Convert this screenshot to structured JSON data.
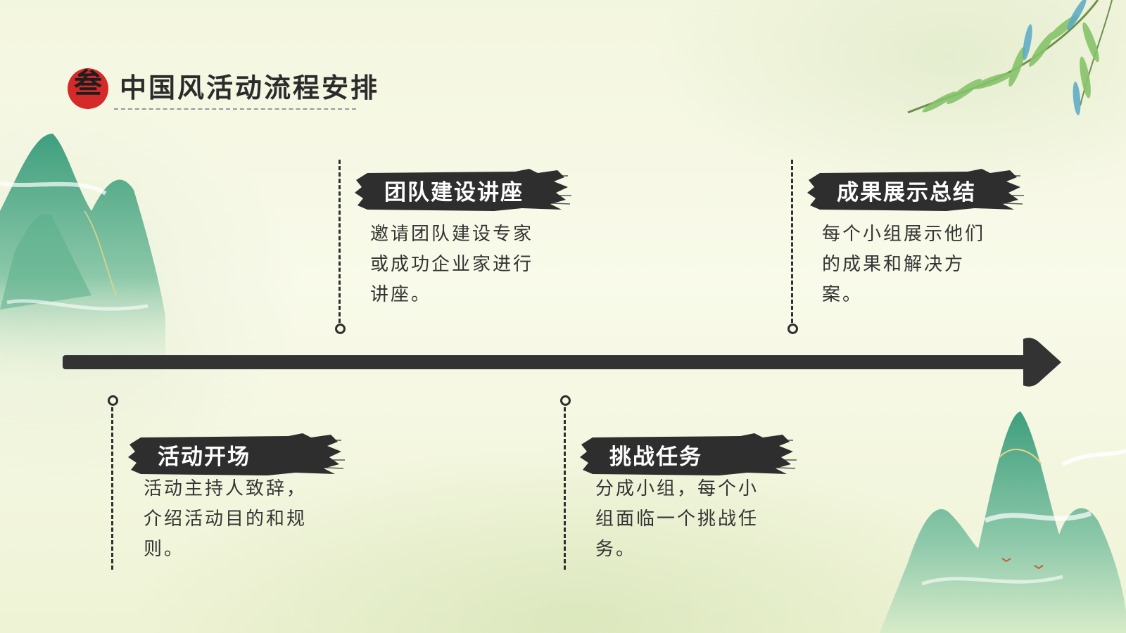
{
  "title": {
    "seal_char": "叁",
    "text": "中国风活动流程安排"
  },
  "steps": [
    {
      "title": "活动开场",
      "description": "活动主持人致辞，介绍活动目的和规则。"
    },
    {
      "title": "团队建设讲座",
      "description": "邀请团队建设专家或成功企业家进行讲座。"
    },
    {
      "title": "挑战任务",
      "description": "分成小组，每个小组面临一个挑战任务。"
    },
    {
      "title": "成果展示总结",
      "description": "每个小组展示他们的成果和解决方案。"
    }
  ],
  "colors": {
    "background": "#f6f8e2",
    "ink": "#333333",
    "seal_red": "#d42a2a",
    "mountain_green": "#6fb89a",
    "leaf_green": "#86c36a"
  },
  "decor": {
    "mountains_left": "mountains-icon",
    "mountains_right": "mountains-icon",
    "willow_branch": "willow-branch-icon",
    "birds": "birds-icon"
  }
}
